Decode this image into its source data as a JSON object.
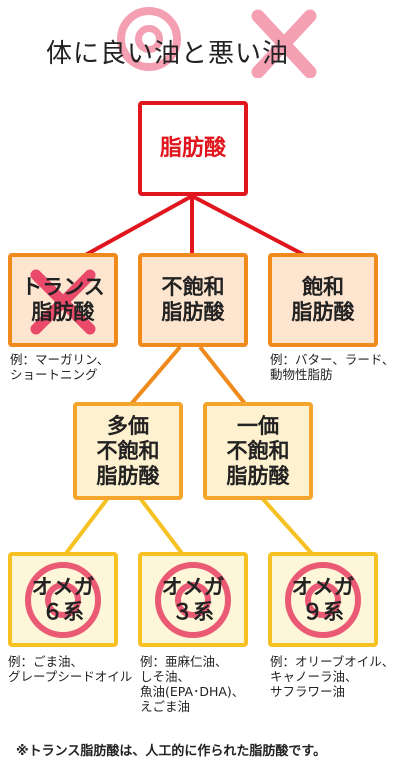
{
  "title": "体に良い油と悪い油",
  "top_box": "脂肪酸",
  "level2": {
    "trans": {
      "line1": "トランス",
      "line2": "脂肪酸",
      "note": "例：マーガリン、\nショートニング"
    },
    "unsaturated": {
      "line1": "不飽和",
      "line2": "脂肪酸"
    },
    "saturated": {
      "line1": "飽和",
      "line2": "脂肪酸",
      "note": "例：バター、ラード、\n動物性脂肪"
    }
  },
  "level3": {
    "poly": {
      "line1": "多価",
      "line2": "不飽和",
      "line3": "脂肪酸"
    },
    "mono": {
      "line1": "一価",
      "line2": "不飽和",
      "line3": "脂肪酸"
    }
  },
  "level4": {
    "omega6": {
      "line1": "オメガ",
      "line2": "６系",
      "note": "例：ごま油、\nグレープシードオイル"
    },
    "omega3": {
      "line1": "オメガ",
      "line2": "３系",
      "note": "例：亜麻仁油、\nしそ油、\n魚油(EPA･DHA)、\nえごま油"
    },
    "omega9": {
      "line1": "オメガ",
      "line2": "９系",
      "note": "例：オリーブオイル、\nキャノーラ油、\nサフラワー油"
    }
  },
  "footnote": "※トランス脂肪酸は、人工的に作られた脂肪酸です。",
  "colors": {
    "red": "#e0151d",
    "orange": "#f08a1c",
    "light_orange": "#f4a52b",
    "yellow": "#f6c223",
    "pink": "#ea4a6a"
  },
  "icons": {
    "good": "double-circle-icon",
    "bad": "cross-icon"
  }
}
